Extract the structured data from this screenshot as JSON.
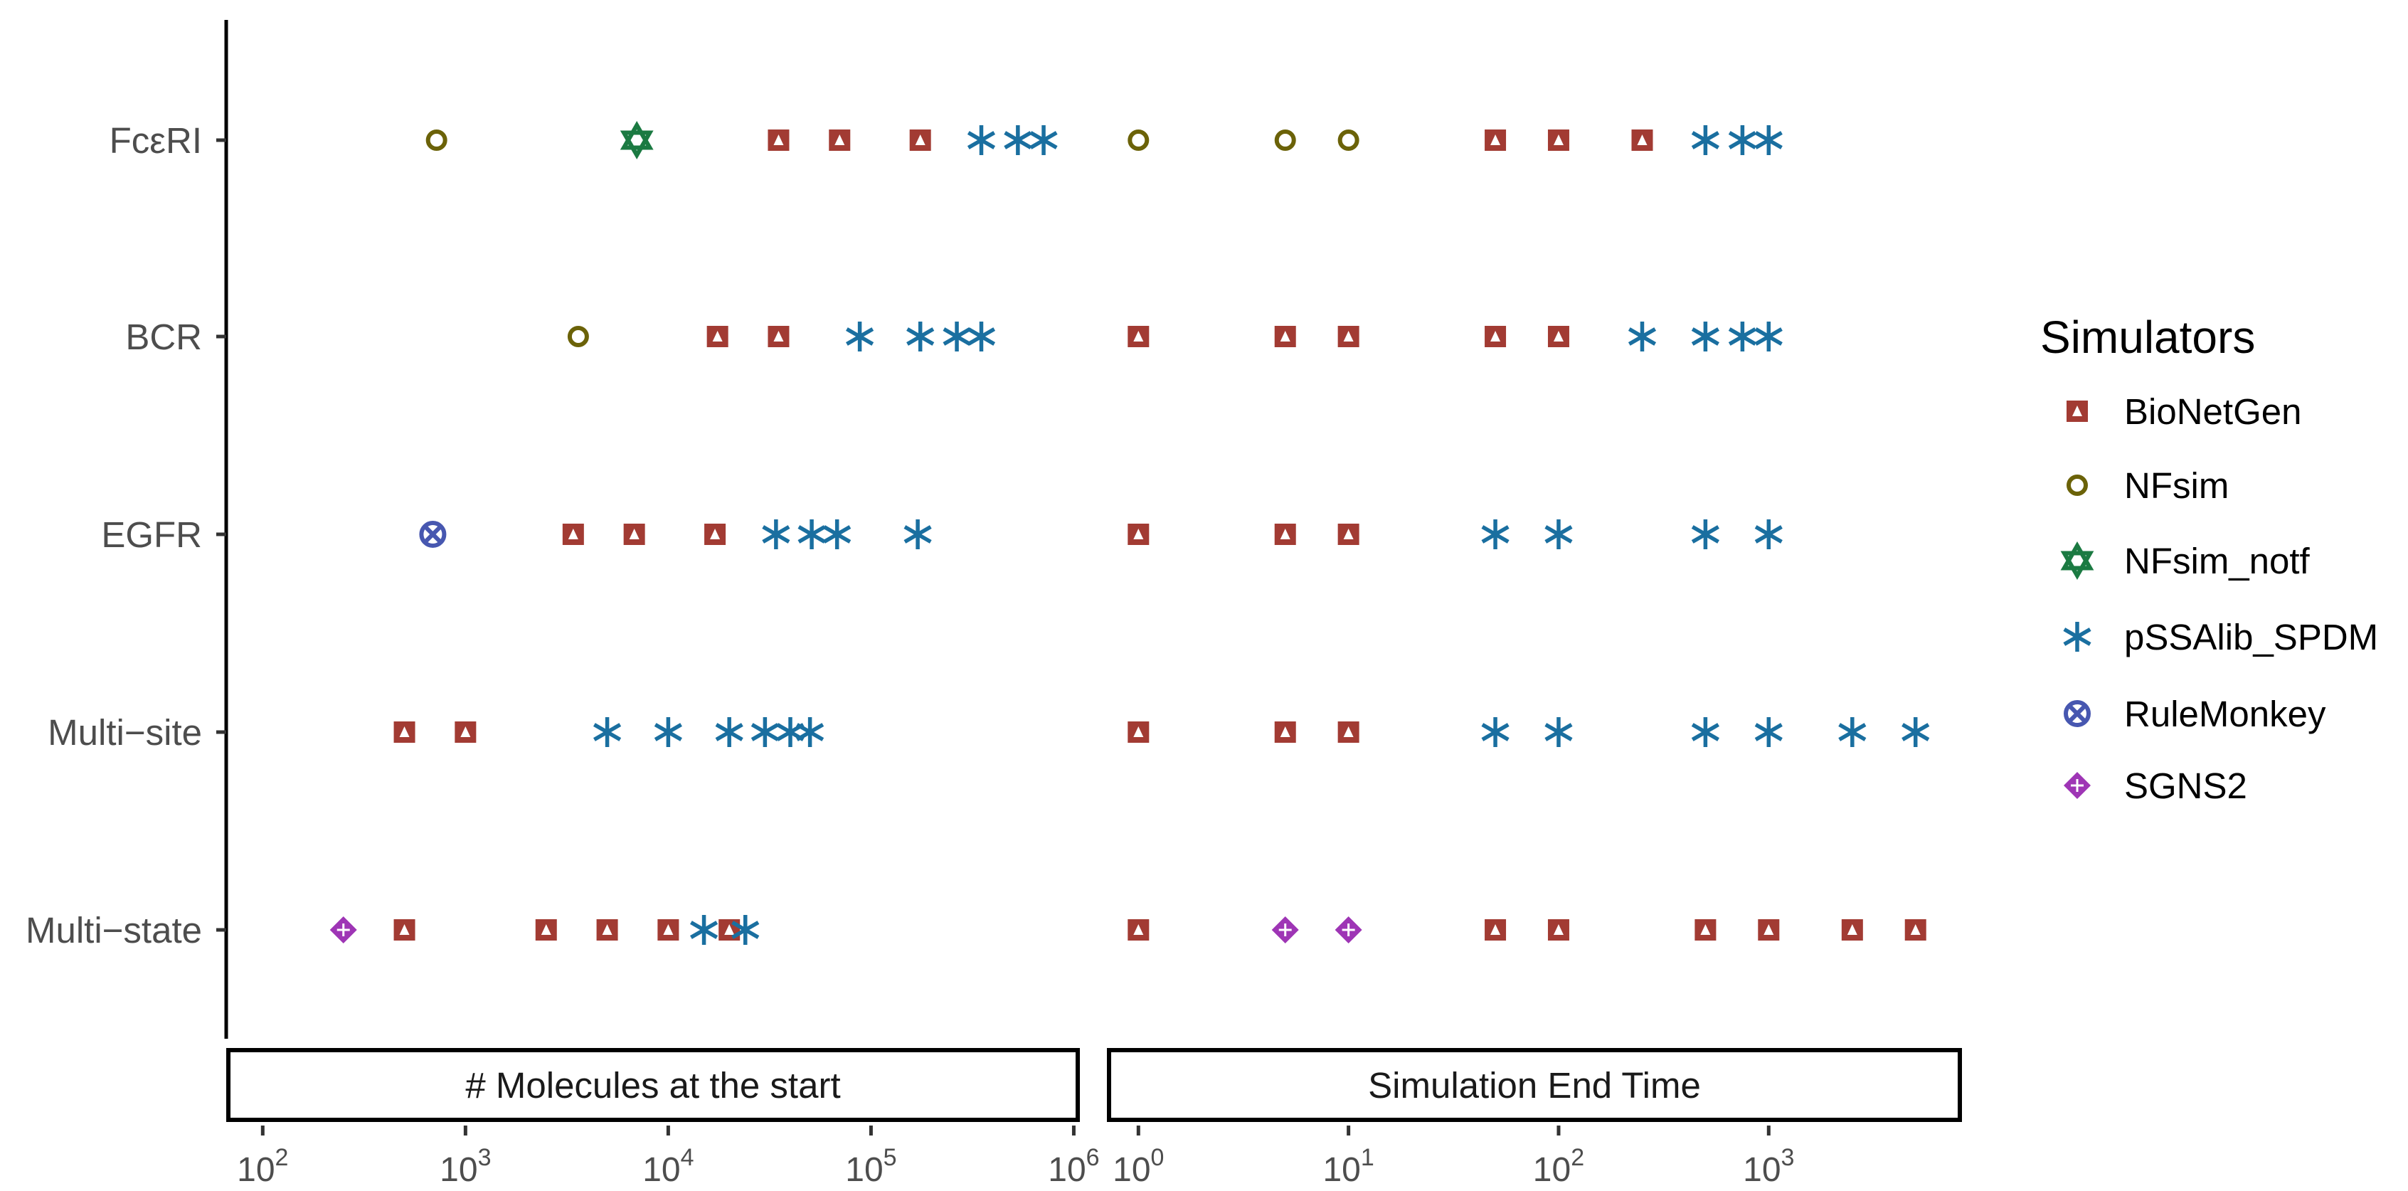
{
  "chart_data": {
    "type": "scatter",
    "x_scale": "log10",
    "y_categories": [
      "FcεRI",
      "BCR",
      "EGFR",
      "Multi−site",
      "Multi−state"
    ],
    "legend": {
      "title": "Simulators",
      "position": "right",
      "entries": [
        {
          "name": "BioNetGen",
          "color": "#A23B33",
          "marker": "square-triangle"
        },
        {
          "name": "NFsim",
          "color": "#6B6208",
          "marker": "circle"
        },
        {
          "name": "NFsim_notf",
          "color": "#1B7A42",
          "marker": "star-of-david"
        },
        {
          "name": "pSSAlib_SPDM",
          "color": "#1A6FA0",
          "marker": "asterisk"
        },
        {
          "name": "RuleMonkey",
          "color": "#4757B0",
          "marker": "circle-x"
        },
        {
          "name": "SGNS2",
          "color": "#9E35B5",
          "marker": "diamond-plus"
        }
      ]
    },
    "panels": [
      {
        "strip_label": "# Molecules at the start",
        "xlim_log10": [
          1.82,
          6.03
        ],
        "ticks": [
          {
            "base": "10",
            "exp": "2",
            "value": 100
          },
          {
            "base": "10",
            "exp": "3",
            "value": 1000
          },
          {
            "base": "10",
            "exp": "4",
            "value": 10000
          },
          {
            "base": "10",
            "exp": "5",
            "value": 100000
          },
          {
            "base": "10",
            "exp": "6",
            "value": 1000000
          }
        ],
        "points": [
          {
            "sim": "NFsim",
            "cat": "FcεRI",
            "x": [
              720
            ]
          },
          {
            "sim": "NFsim_notf",
            "cat": "FcεRI",
            "x": [
              7000
            ]
          },
          {
            "sim": "BioNetGen",
            "cat": "FcεRI",
            "x": [
              35000,
              70000,
              175000
            ]
          },
          {
            "sim": "pSSAlib_SPDM",
            "cat": "FcεRI",
            "x": [
              350000,
              530000,
              710000
            ]
          },
          {
            "sim": "NFsim",
            "cat": "BCR",
            "x": [
              3600
            ]
          },
          {
            "sim": "BioNetGen",
            "cat": "BCR",
            "x": [
              17500,
              35000
            ]
          },
          {
            "sim": "pSSAlib_SPDM",
            "cat": "BCR",
            "x": [
              88000,
              175000,
              265000,
              350000
            ]
          },
          {
            "sim": "RuleMonkey",
            "cat": "EGFR",
            "x": [
              690
            ]
          },
          {
            "sim": "BioNetGen",
            "cat": "EGFR",
            "x": [
              3400,
              6800,
              17000
            ]
          },
          {
            "sim": "pSSAlib_SPDM",
            "cat": "EGFR",
            "x": [
              34000,
              51000,
              68000,
              170000
            ]
          },
          {
            "sim": "BioNetGen",
            "cat": "Multi−site",
            "x": [
              500,
              1000
            ]
          },
          {
            "sim": "pSSAlib_SPDM",
            "cat": "Multi−site",
            "x": [
              5000,
              10000,
              20000,
              30000,
              40000,
              50000
            ]
          },
          {
            "sim": "SGNS2",
            "cat": "Multi−state",
            "x": [
              250
            ]
          },
          {
            "sim": "BioNetGen",
            "cat": "Multi−state",
            "x": [
              500,
              2500,
              5000,
              10000,
              20000
            ]
          },
          {
            "sim": "pSSAlib_SPDM",
            "cat": "Multi−state",
            "x": [
              15000,
              24000
            ]
          }
        ]
      },
      {
        "strip_label": "Simulation End Time",
        "xlim_log10": [
          -0.15,
          3.92
        ],
        "ticks": [
          {
            "base": "10",
            "exp": "0",
            "value": 1
          },
          {
            "base": "10",
            "exp": "1",
            "value": 10
          },
          {
            "base": "10",
            "exp": "2",
            "value": 100
          },
          {
            "base": "10",
            "exp": "3",
            "value": 1000
          }
        ],
        "points": [
          {
            "sim": "NFsim",
            "cat": "FcεRI",
            "x": [
              1,
              5,
              10
            ]
          },
          {
            "sim": "BioNetGen",
            "cat": "FcεRI",
            "x": [
              50,
              100,
              250
            ]
          },
          {
            "sim": "pSSAlib_SPDM",
            "cat": "FcεRI",
            "x": [
              500,
              750,
              1000
            ]
          },
          {
            "sim": "BioNetGen",
            "cat": "BCR",
            "x": [
              1,
              5,
              10,
              50,
              100
            ]
          },
          {
            "sim": "pSSAlib_SPDM",
            "cat": "BCR",
            "x": [
              250,
              500,
              750,
              1000
            ]
          },
          {
            "sim": "BioNetGen",
            "cat": "EGFR",
            "x": [
              1,
              5,
              10
            ]
          },
          {
            "sim": "pSSAlib_SPDM",
            "cat": "EGFR",
            "x": [
              50,
              100,
              500,
              1000
            ]
          },
          {
            "sim": "BioNetGen",
            "cat": "Multi−site",
            "x": [
              1,
              5,
              10
            ]
          },
          {
            "sim": "pSSAlib_SPDM",
            "cat": "Multi−site",
            "x": [
              50,
              100,
              500,
              1000,
              2500,
              5000
            ]
          },
          {
            "sim": "BioNetGen",
            "cat": "Multi−state",
            "x": [
              1,
              50,
              100,
              500,
              1000,
              2500,
              5000
            ]
          },
          {
            "sim": "SGNS2",
            "cat": "Multi−state",
            "x": [
              5,
              10
            ]
          }
        ]
      }
    ]
  }
}
